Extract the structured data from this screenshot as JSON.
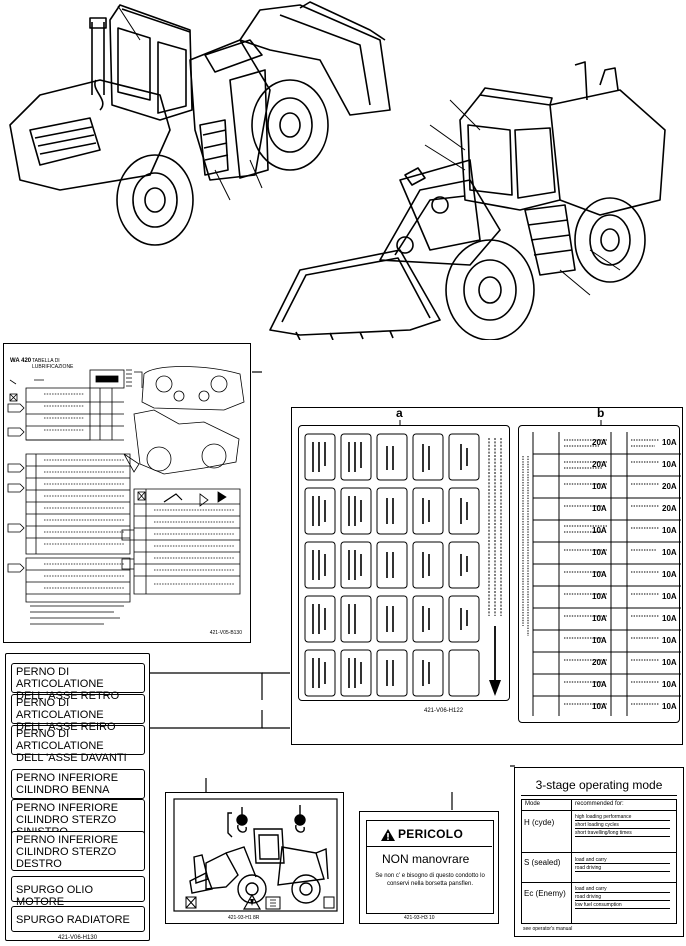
{
  "lubrication_decal": {
    "model_title": "WA 420",
    "subtitle": "TABELLA DI LUBRIFICAZIONE",
    "part_number": "421-V05-B130"
  },
  "fuse_decal": {
    "section_a": "a",
    "section_b": "b",
    "part_number": "421-V06-H122",
    "ratings": [
      "20A",
      "10A",
      "20A",
      "10A",
      "10A",
      "20A",
      "10A",
      "20A",
      "10A",
      "10A",
      "10A",
      "10A",
      "10A",
      "10A",
      "10A",
      "10A",
      "10A",
      "10A",
      "10A",
      "10A",
      "20A",
      "10A",
      "10A",
      "10A",
      "10A",
      "10A"
    ]
  },
  "lubrication_labels": {
    "items": [
      {
        "line1": "PERNO DI ARTICOLATIONE",
        "line2": "DELL 'ASSE RETRO"
      },
      {
        "line1": "PERNO DI ARTICOLATIONE",
        "line2": "DELL 'ASSE REIRO"
      },
      {
        "line1": "PERNO DI ARTICOLATIONE",
        "line2": "DELL 'ASSE DAVANTI"
      },
      {
        "line1": "PERNO INFERIORE",
        "line2": "CILINDRO BENNA"
      },
      {
        "line1": "PERNO INFERIORE",
        "line2": "CILINDRO STERZO",
        "line3": "SINISTRO"
      },
      {
        "line1": "PERNO INFERIORE",
        "line2": "CILINDRO STERZO",
        "line3": "DESTRO"
      },
      {
        "line1": "SPURGO OLIO MOTORE"
      },
      {
        "line1": "SPURGO RADIATORE"
      }
    ],
    "part_number": "421-V06-H130"
  },
  "warning_decal": {
    "part_number": "421-93-H1 8R"
  },
  "danger_decal": {
    "title": "PERICOLO",
    "message": "NON manovrare",
    "detail": "Se non c' e bisogno di questo condotto lo conservi nella borsetta pansflen.",
    "part_number": "421-93-H3 10"
  },
  "operating_mode": {
    "title": "3-stage operating mode",
    "col_mode": "Mode",
    "col_recommended": "recommended for:",
    "rows": [
      {
        "mode": "H (cyde)",
        "lines": [
          "high loading performance",
          "short loading cycles",
          "short travelling/long times"
        ]
      },
      {
        "mode": "S (sealed)",
        "lines": [
          "load and carry",
          "road driving"
        ]
      },
      {
        "mode": "Ec (Enemy)",
        "lines": [
          "load and carry",
          "road driving",
          "low fuel consumption"
        ]
      }
    ],
    "footer": "see operator's manual"
  }
}
